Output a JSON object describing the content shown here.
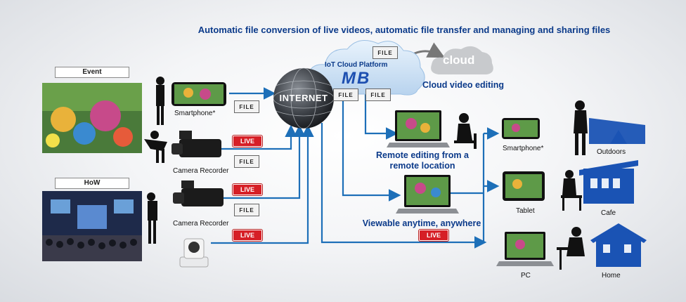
{
  "headline": "Automatic file conversion of live videos, automatic file transfer and managing and sharing files",
  "sources": {
    "event_tag": "Event",
    "how_tag": "HoW",
    "smartphone": "Smartphone*",
    "camera_recorder_1": "Camera Recorder",
    "camera_recorder_2": "Camera Recorder"
  },
  "badges": {
    "live": "LIVE",
    "file": "FILE"
  },
  "internet": "INTERNET",
  "cloud_platform": {
    "title": "IoT Cloud Platform",
    "logo": "MB"
  },
  "cloud": {
    "label": "cloud",
    "caption": "Cloud video editing"
  },
  "remote": {
    "caption": "Remote editing from a remote location"
  },
  "viewable": {
    "caption": "Viewable anytime, anywhere"
  },
  "destinations": {
    "smartphone": "Smartphone*",
    "tablet": "Tablet",
    "pc": "PC",
    "outdoors": "Outdoors",
    "cafe": "Cafe",
    "home": "Home"
  },
  "colors": {
    "arrow": "#1d6fb8",
    "headline": "#0b3a8a",
    "live": "#d61f26",
    "building": "#1a53b4"
  }
}
